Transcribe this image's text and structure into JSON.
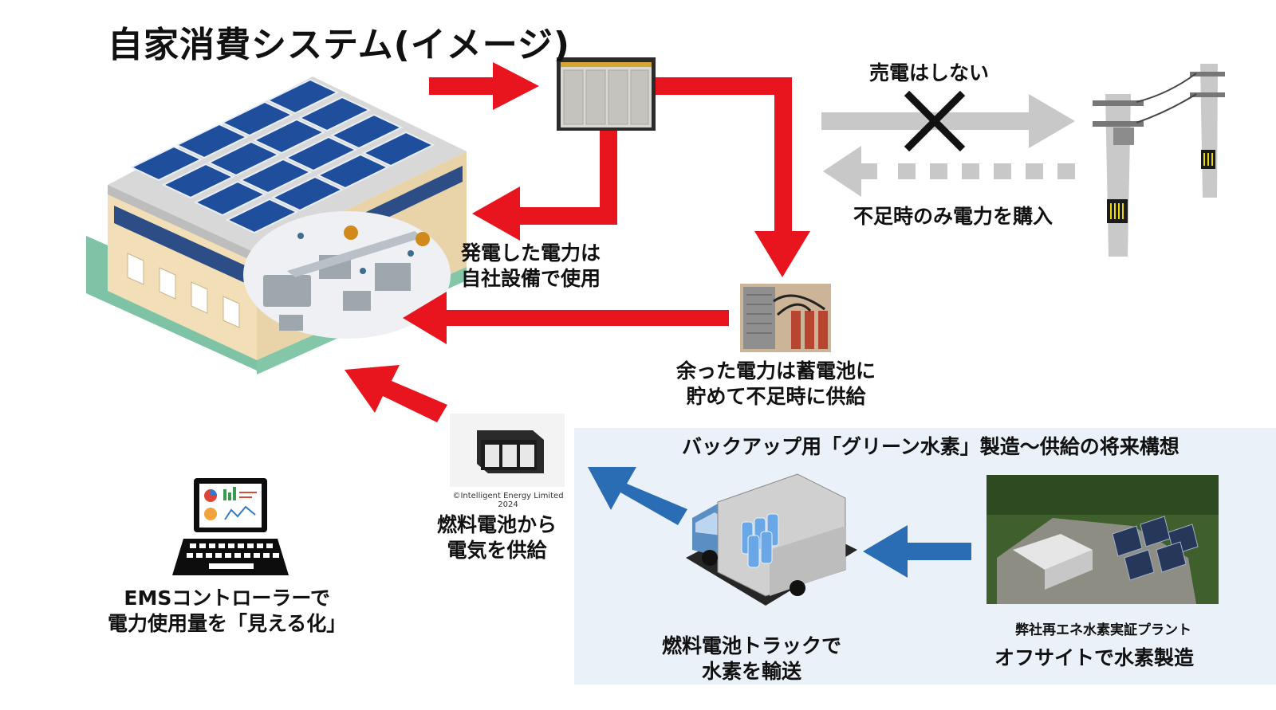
{
  "title": "自家消費システム(イメージ)",
  "labels": {
    "no_sell": "売電はしない",
    "buy_shortage": "不足時のみ電力を購入",
    "self_use": [
      "発電した電力は",
      "自社設備で使用"
    ],
    "battery": [
      "余った電力は蓄電池に",
      "貯めて不足時に供給"
    ],
    "fuel_cell": [
      "燃料電池から",
      "電気を供給"
    ],
    "fuel_cell_credit": [
      "©Intelligent Energy Limited",
      "2024"
    ],
    "ems": [
      "EMSコントローラーで",
      "電力使用量を「見える化」"
    ],
    "hydrogen_section": "バックアップ用「グリーン水素」製造～供給の将来構想",
    "truck": [
      "燃料電池トラックで",
      "水素を輸送"
    ],
    "plant_caption": "弊社再エネ水素実証プラント",
    "plant": "オフサイトで水素製造"
  },
  "colors": {
    "red_arrow": "#e8141e",
    "grey_arrow": "#c8c8c8",
    "blue_arrow": "#2a6db5",
    "hydrogen_panel": "#eaf1f9"
  }
}
